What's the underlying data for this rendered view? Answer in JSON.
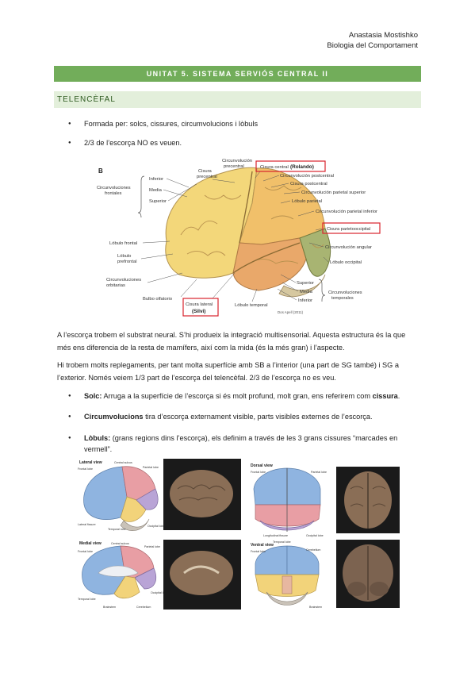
{
  "header": {
    "author": "Anastasia Mostishko",
    "course": "Biologia del Comportament"
  },
  "banner": {
    "title": "UNITAT 5. SISTEMA SERVIÓS CENTRAL II"
  },
  "section": {
    "title": "TELENCÈFAL"
  },
  "intro_bullets": [
    "Formada per: solcs, cissures, circumvolucions i lòbuls",
    "2/3 de l’escorça NO es veuen."
  ],
  "figure1": {
    "letter": "B",
    "left_group": "Circunvoluciones frontales",
    "left_items": [
      "Inferior",
      "Media",
      "Superior"
    ],
    "labels_left": [
      "Lóbulo frontal",
      "Lóbulo prefrontal",
      "Circunvoluciones orbitarias",
      "Bulbo olfatorio"
    ],
    "label_precentral_circ": "Circunvolución precentral",
    "label_precentral": "Cisura precentral",
    "label_rolando_a": "Cisura central",
    "label_rolando_b": "(Rolando)",
    "labels_right": [
      "Circunvolución postcentral",
      "Cisura postcentral",
      "Circunvolución parietal superior",
      "Lóbulo parietal",
      "Circunvolución parietal inferior",
      "Cisura parietooccipital",
      "Circunvolución angular",
      "Lóbulo occipital"
    ],
    "right_group": "Circunvoluciones temporales",
    "right_items": [
      "Superior",
      "Media",
      "Inferior"
    ],
    "label_silvi_a": "Cisura lateral",
    "label_silvi_b": "(Silvi)",
    "label_temporal": "Lóbulo temporal",
    "credit": "Dos Apell (2011)"
  },
  "paragraphs": [
    "A l’escorça trobem el substrat neural. S’hi produeix la integració multisensorial. Aquesta estructura és la que més ens diferencia de la resta de mamífers, així com la mida (és la més gran) i l’aspecte.",
    "Hi trobem molts replegaments, per tant molta superfície amb SB a l’interior (una part de SG també) i SG a l’exterior. Només veiem 1/3 part de l’escorça del telencèfal. 2/3 de l’escorça no es veu."
  ],
  "detail_bullets": [
    {
      "term": "Solc:",
      "text": " Arruga a la superfície de l’escorça si és molt profund, molt gran, ens referirem com ",
      "strong_end": "cissura",
      "tail": "."
    },
    {
      "term": "Circumvolucions",
      "text": " tira d’escorça externament visible, parts visibles externes de l’escorça.",
      "strong_end": "",
      "tail": ""
    },
    {
      "term": "Lòbuls:",
      "text": " (grans regions dins l’escorça), els definim a través de les 3 grans cissures “marcades en vermell”.",
      "strong_end": "",
      "tail": ""
    }
  ],
  "figure2": {
    "panels": [
      "Lateral view",
      "Dorsal view",
      "Medial view",
      "Ventral view"
    ],
    "lateral_labels": [
      "Central sulcus",
      "Frontal lobe",
      "Parietal lobe",
      "Lateral fissure",
      "Temporal lobe",
      "Occipital lobe"
    ],
    "dorsal_labels": [
      "Frontal lobe",
      "Parietal lobe",
      "Longitudinal fissure",
      "Occipital lobe"
    ],
    "medial_labels": [
      "Central sulcus",
      "Parietal lobe",
      "Frontal lobe",
      "Occipital lobe",
      "Temporal lobe",
      "Brainstem",
      "Cerebellum"
    ],
    "ventral_labels": [
      "Frontal lobe",
      "Temporal lobe",
      "Cerebellum",
      "Brainstem"
    ]
  },
  "colors": {
    "banner": "#72ad5a",
    "subbar": "#e3efdb",
    "red_box": "#d9232d",
    "frontal": "#f3d77a",
    "parietal": "#f1c06a",
    "temporal": "#e9a86a",
    "occipital": "#a8b472"
  }
}
